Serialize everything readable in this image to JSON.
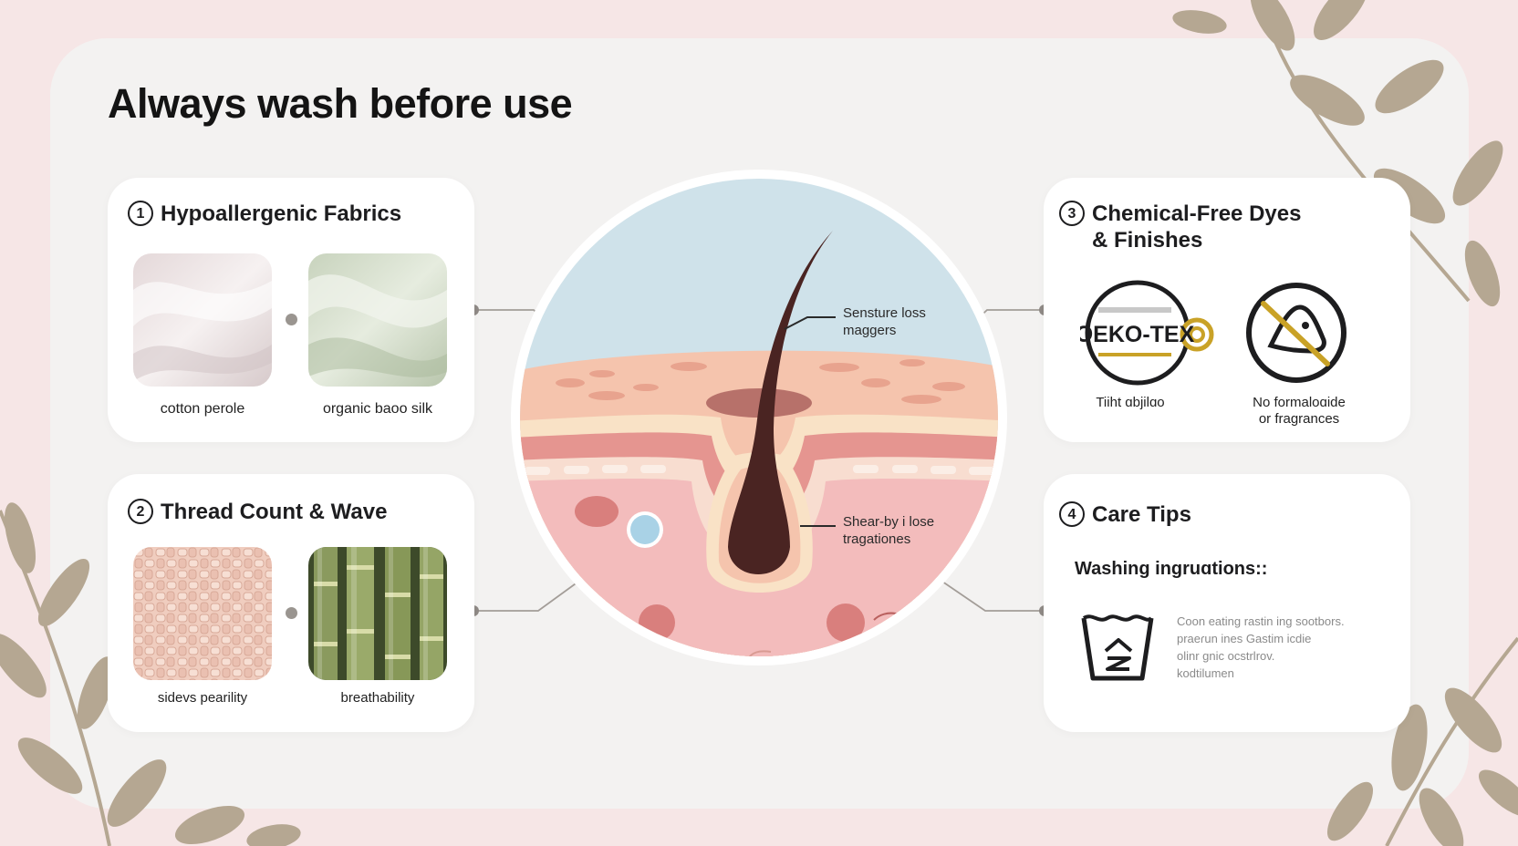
{
  "title": "Always wash before use",
  "cards": {
    "fabrics": {
      "number": "1",
      "title": "Hypoallergenic Fabrics",
      "items": [
        {
          "caption": "cotton perole"
        },
        {
          "caption": "organic baoo silk"
        }
      ]
    },
    "thread": {
      "number": "2",
      "title": "Thread Count & Wave",
      "items": [
        {
          "caption": "sidevs pearility"
        },
        {
          "caption": "breathability"
        }
      ]
    },
    "dyes": {
      "number": "3",
      "title_line1": "Chemical-Free Dyes",
      "title_line2": "& Finishes",
      "badge_text": "OEKO-TEX",
      "badge_caption": "Tiiht ɑbjilɑo",
      "no_caption_line1": "No formaloɑide",
      "no_caption_line2": "or fragrances"
    },
    "care": {
      "number": "4",
      "title": "Care Tips",
      "subtitle": "Washing ingruɑtions::",
      "text_lines": [
        "Coon eating rastin ing sootbors.",
        "praeɾun ines Gastim icdie",
        "olinr ɡnic ocstrlrov.",
        "kodtilumen"
      ]
    }
  },
  "diagram": {
    "label_top_line1": "Sensture loss",
    "label_top_line2": "maggers",
    "label_bottom_line1": "Shear-by i lose",
    "label_bottom_line2": "tragationes"
  },
  "colors": {
    "background": "#f6e6e6",
    "panel": "#f3f2f1",
    "leaf": "#b5a792",
    "sky": "#cfe2ea",
    "skin_top": "#f5c4ad",
    "dermis": "#f3bcbc",
    "hair": "#4a2422",
    "badge_gold": "#c9a227"
  }
}
